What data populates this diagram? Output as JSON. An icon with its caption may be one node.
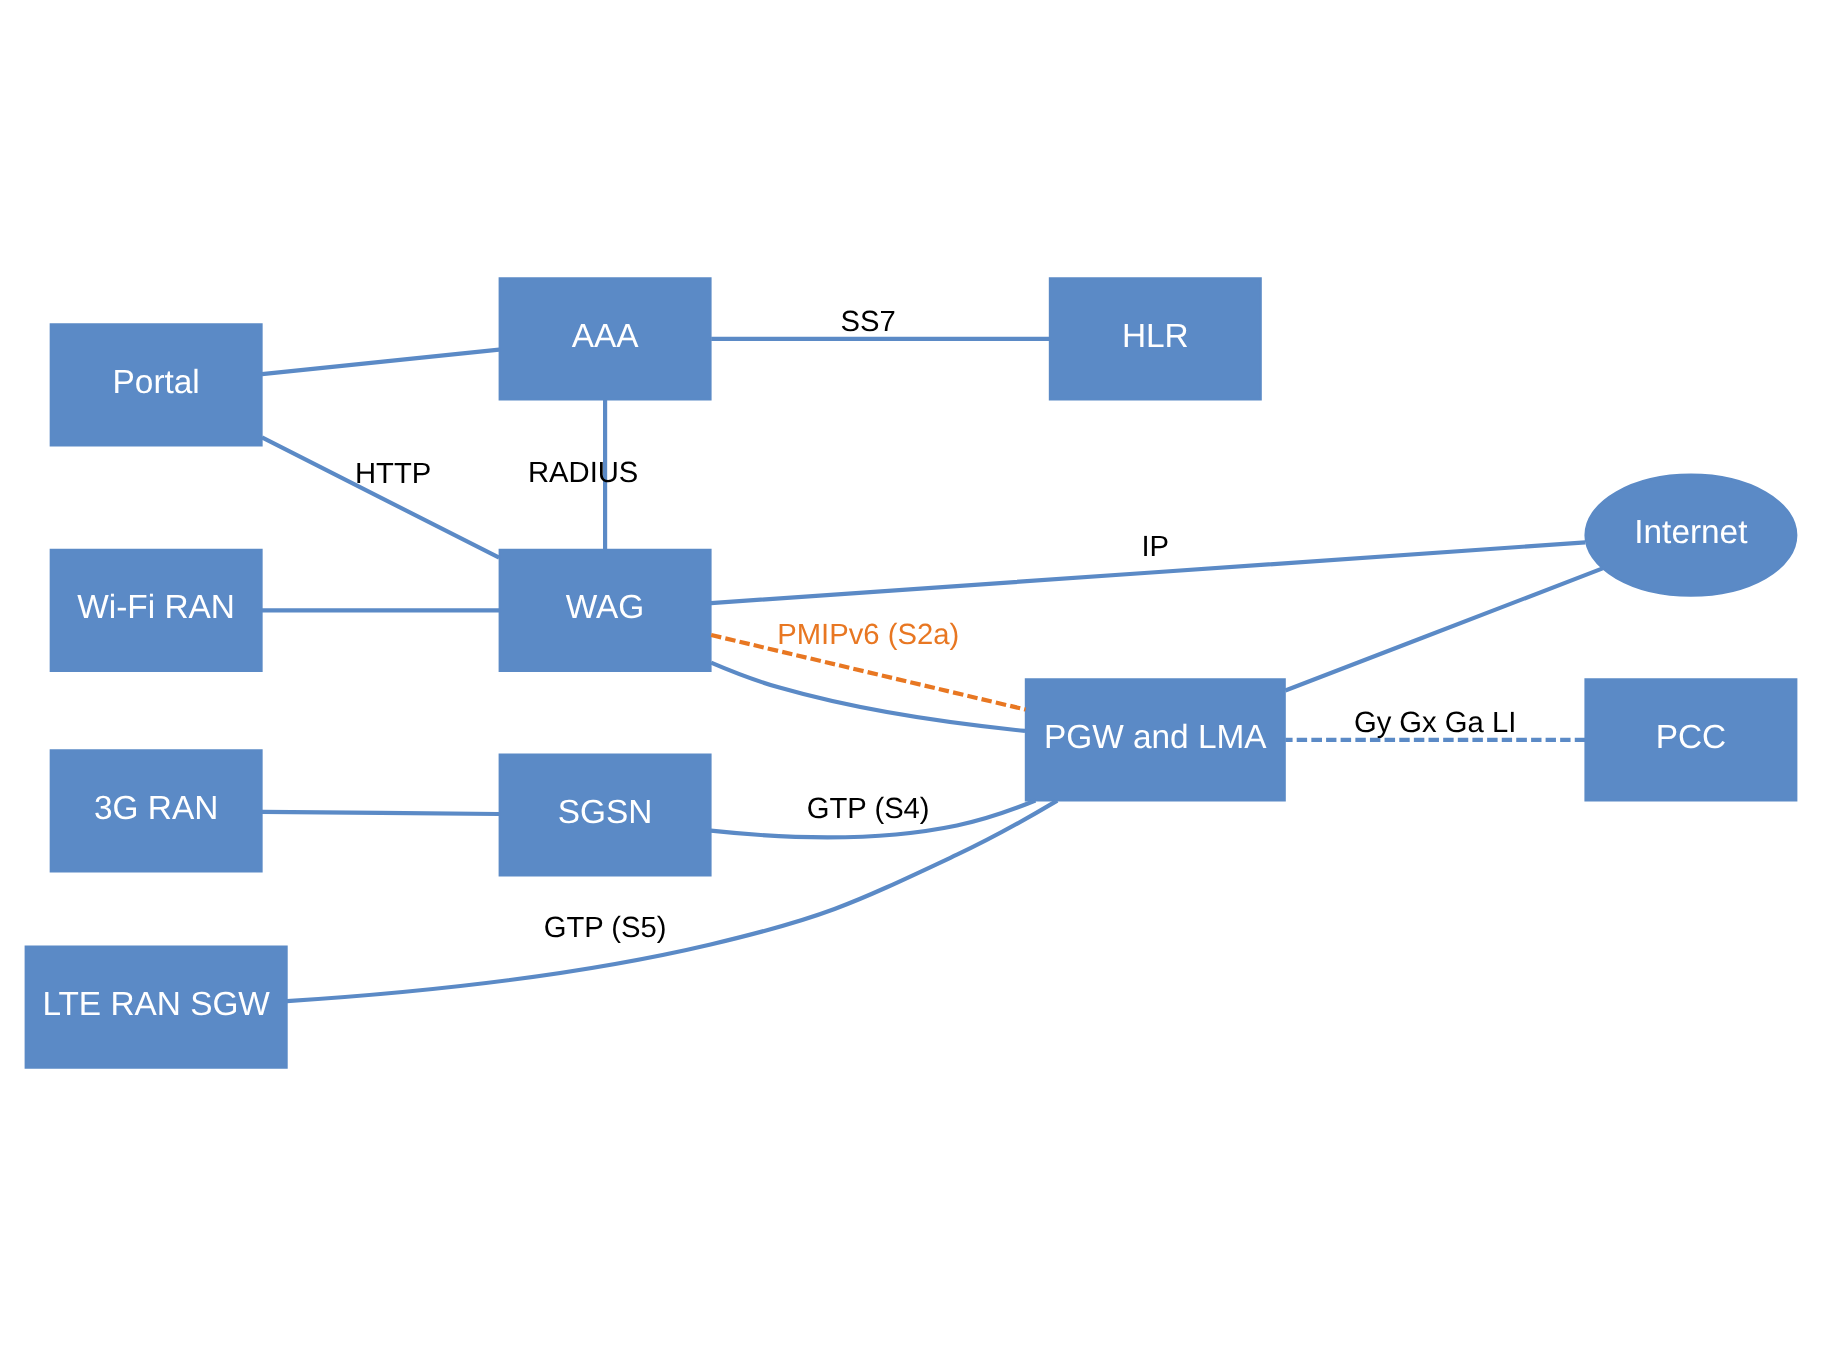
{
  "diagram": {
    "nodes": [
      {
        "text": [
          "Portal"
        ]
      },
      {
        "text": [
          "AAA"
        ]
      },
      {
        "text": [
          "HLR"
        ]
      },
      {
        "text": [
          "PCC"
        ]
      },
      {
        "text": [
          "Wi-Fi RAN"
        ]
      },
      {
        "text": [
          "WAG"
        ]
      },
      {
        "text": [
          "3G RAN"
        ]
      },
      {
        "text": [
          "SGSN"
        ]
      },
      {
        "text": [
          "LTE RAN SGW"
        ]
      },
      {
        "text": [
          "PGW and LMA"
        ]
      },
      {
        "text": [
          "Internet"
        ]
      }
    ],
    "edges": [
      {
        "from": 0,
        "to": 1,
        "arrow": "none"
      },
      {
        "from": 1,
        "to": 2,
        "arrow": "none",
        "label": "SS7"
      },
      {
        "from": 0,
        "to": 5,
        "arrow": "none",
        "label": "HTTP"
      },
      {
        "from": 1,
        "to": 5,
        "arrow": "none",
        "label": "RADIUS"
      },
      {
        "from": 4,
        "to": 5,
        "arrow": "none"
      },
      {
        "from": 5,
        "to": 10,
        "arrow": "none",
        "label": "IP"
      },
      {
        "from": 5,
        "to": 9,
        "arrow": "none",
        "style": "dashed",
        "color": "#e87722",
        "label": "PMIPv6 (S2a)"
      },
      {
        "from": 5,
        "to": 9,
        "arrow": "none"
      },
      {
        "from": 3,
        "to": 9,
        "arrow": "none",
        "style": "dashed",
        "label": "Gy Gx Ga LI"
      },
      {
        "from": 6,
        "to": 7,
        "arrow": "none"
      },
      {
        "from": 7,
        "to": 9,
        "arrow": "none",
        "label": "GTP (S4)"
      },
      {
        "from": 8,
        "to": 9,
        "arrow": "none",
        "label": "GTP (S5)"
      },
      {
        "from": 9,
        "to": 10,
        "arrow": "none"
      }
    ]
  }
}
